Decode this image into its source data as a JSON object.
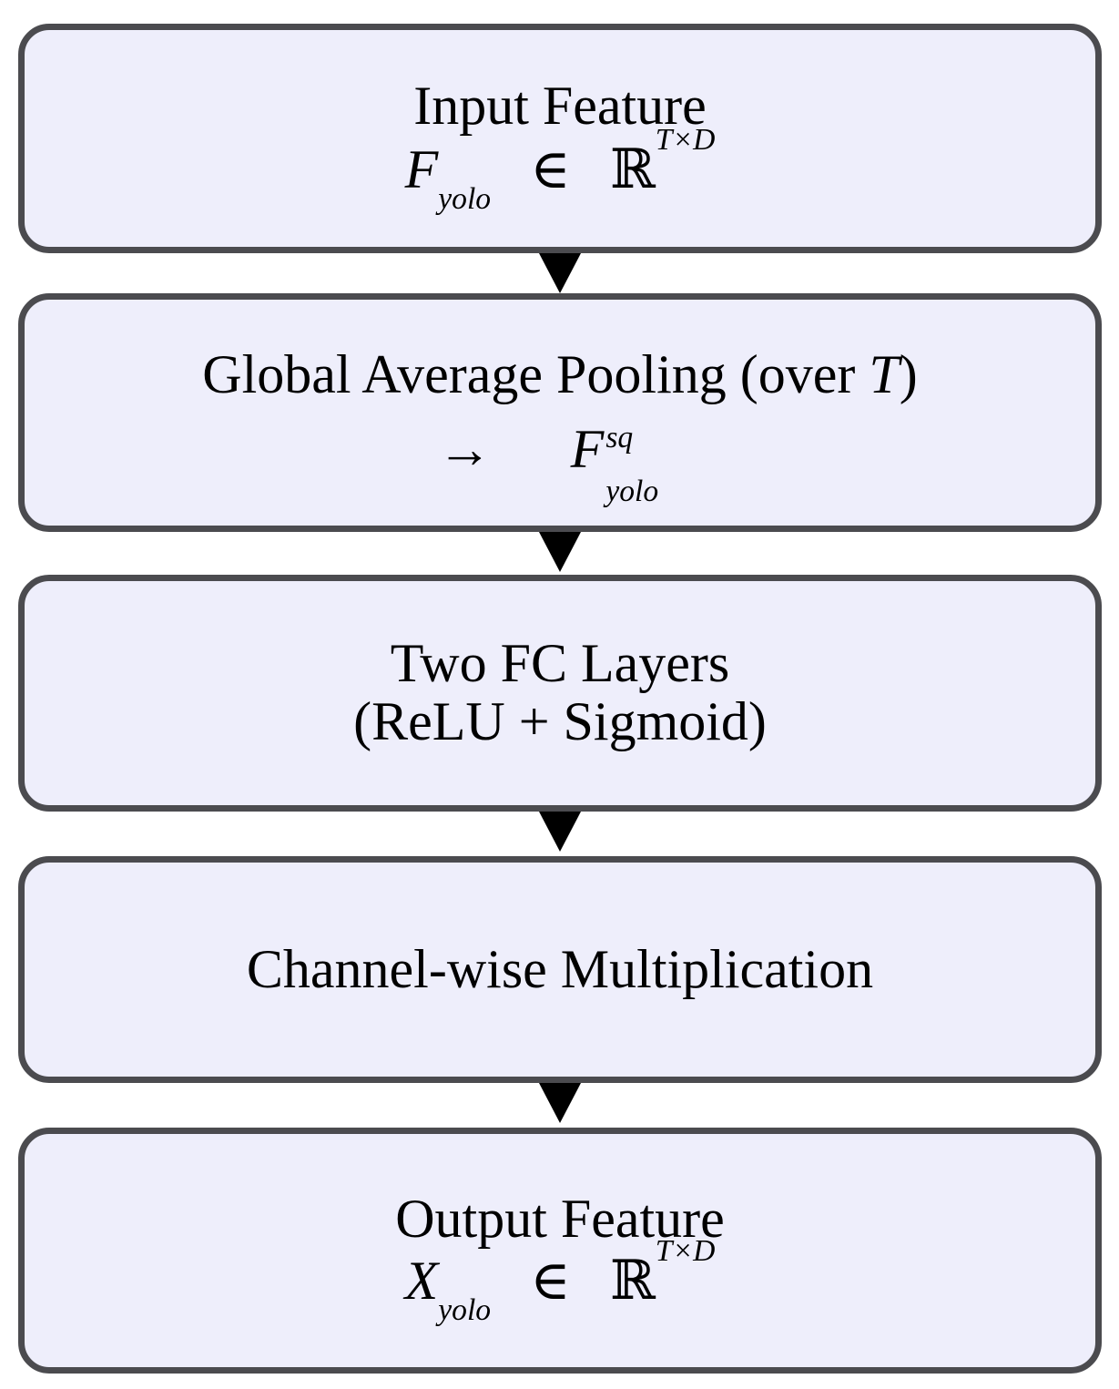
{
  "diagram": {
    "type": "flowchart",
    "orientation": "vertical",
    "colors": {
      "node_fill": "#eeeefb",
      "node_border": "#4b4b4f",
      "arrow": "#000000",
      "text": "#000000",
      "background": "#ffffff"
    },
    "nodes": [
      {
        "id": "input",
        "title": "Input Feature",
        "math": {
          "symbol": "F",
          "subscript": "yolo",
          "relation": "∈",
          "set": "ℝ",
          "set_superscript": "T×D",
          "plain": "F_yolo ∈ ℝ^{T×D}"
        }
      },
      {
        "id": "global-average-pooling",
        "title": "Global Average Pooling (over T)",
        "title_prefix": "Global Average Pooling (over ",
        "title_italic": "T",
        "title_suffix": ")",
        "math": {
          "arrow": "→",
          "symbol": "F",
          "superscript": "sq",
          "subscript": "yolo",
          "plain": "→ F^{sq}_{yolo}"
        }
      },
      {
        "id": "two-fc-layers",
        "title_line1": "Two FC Layers",
        "title_line2": "(ReLU + Sigmoid)"
      },
      {
        "id": "channel-wise-multiplication",
        "title": "Channel-wise Multiplication"
      },
      {
        "id": "output",
        "title": "Output Feature",
        "math": {
          "symbol": "X",
          "subscript": "yolo",
          "relation": "∈",
          "set": "ℝ",
          "set_superscript": "T×D",
          "plain": "X_yolo ∈ ℝ^{T×D}"
        }
      }
    ],
    "edges": [
      {
        "from": "input",
        "to": "global-average-pooling",
        "glyph": "▼"
      },
      {
        "from": "global-average-pooling",
        "to": "two-fc-layers",
        "glyph": "▼"
      },
      {
        "from": "two-fc-layers",
        "to": "channel-wise-multiplication",
        "glyph": "▼"
      },
      {
        "from": "channel-wise-multiplication",
        "to": "output",
        "glyph": "▼"
      }
    ]
  }
}
